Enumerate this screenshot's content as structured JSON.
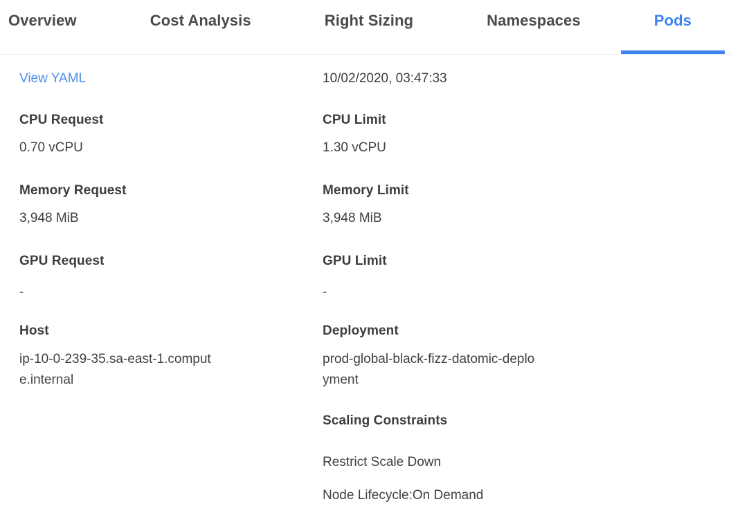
{
  "colors": {
    "accent_blue": "#3d82f2",
    "link_blue": "#4a8fe8",
    "tab_inactive": "#4a4a4a",
    "text_dark": "#3d3d3d"
  },
  "tabs": {
    "items": [
      {
        "label": "Overview",
        "active": false
      },
      {
        "label": "Cost Analysis",
        "active": false
      },
      {
        "label": "Right Sizing",
        "active": false
      },
      {
        "label": "Namespaces",
        "active": false
      },
      {
        "label": "Pods",
        "active": true
      }
    ]
  },
  "details": {
    "view_yaml_label": "View YAML",
    "timestamp": "10/02/2020, 03:47:33",
    "left_fields": [
      {
        "label": "CPU Request",
        "value": "0.70 vCPU"
      },
      {
        "label": "Memory Request",
        "value": "3,948 MiB"
      },
      {
        "label": "GPU Request",
        "value": "-"
      },
      {
        "label": "Host",
        "value": "ip-10-0-239-35.sa-east-1.compute.internal"
      }
    ],
    "right_fields": [
      {
        "label": "CPU Limit",
        "value": "1.30 vCPU"
      },
      {
        "label": "Memory Limit",
        "value": "3,948 MiB"
      },
      {
        "label": "GPU Limit",
        "value": "-"
      },
      {
        "label": "Deployment",
        "value": "prod-global-black-fizz-datomic-deployment"
      }
    ],
    "scaling": {
      "title": "Scaling Constraints",
      "items": [
        "Restrict Scale Down",
        "Node Lifecycle:On Demand"
      ]
    }
  }
}
